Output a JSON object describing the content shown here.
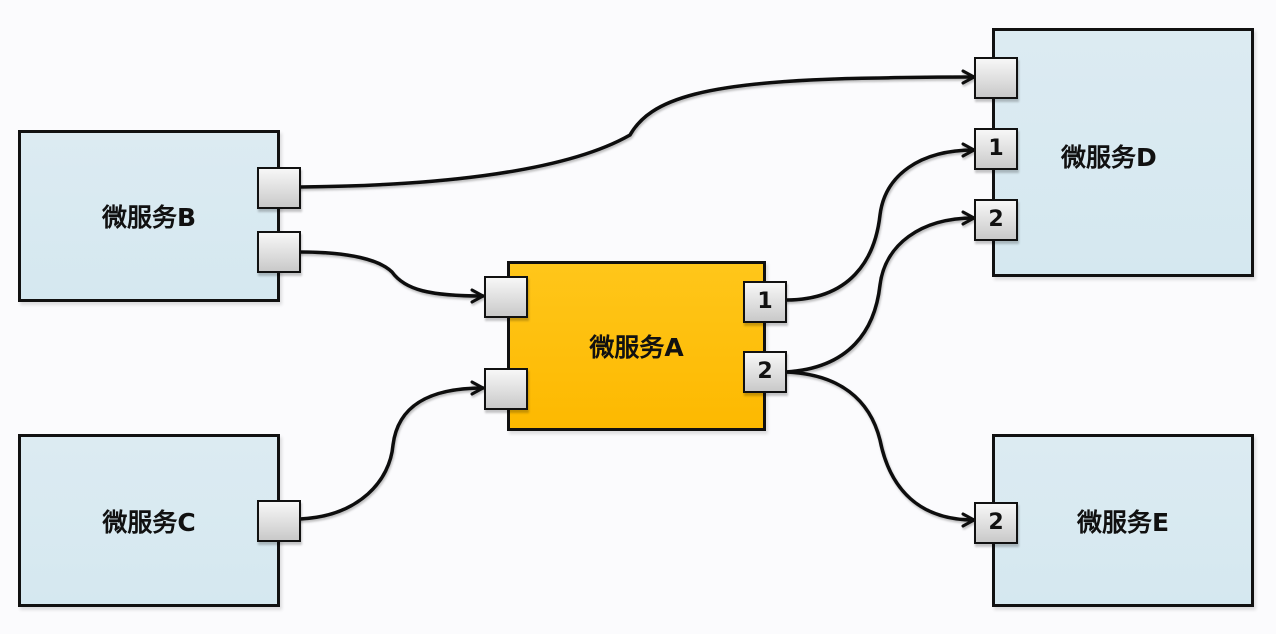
{
  "diagram": {
    "type": "microservice-dependency-diagram",
    "colors": {
      "background": "#fbfbfd",
      "service_fill": "#d8e9f1",
      "core_service_fill": "#fdbf0f",
      "port_fill": "#dcdcdc",
      "stroke": "#111111"
    },
    "services": {
      "A": {
        "label": "微服务A",
        "role": "core"
      },
      "B": {
        "label": "微服务B"
      },
      "C": {
        "label": "微服务C"
      },
      "D": {
        "label": "微服务D"
      },
      "E": {
        "label": "微服务E"
      }
    },
    "ports": {
      "b_out_1": {
        "label": ""
      },
      "b_out_2": {
        "label": ""
      },
      "c_out_1": {
        "label": ""
      },
      "a_in_1": {
        "label": ""
      },
      "a_in_2": {
        "label": ""
      },
      "a_out_1": {
        "label": "1"
      },
      "a_out_2": {
        "label": "2"
      },
      "d_in_0": {
        "label": ""
      },
      "d_in_1": {
        "label": "1"
      },
      "d_in_2": {
        "label": "2"
      },
      "e_in_2": {
        "label": "2"
      }
    },
    "edges": [
      {
        "from": "微服务B",
        "to": "微服务D",
        "to_port": ""
      },
      {
        "from": "微服务B",
        "to": "微服务A",
        "to_port": ""
      },
      {
        "from": "微服务C",
        "to": "微服务A",
        "to_port": ""
      },
      {
        "from": "微服务A",
        "from_port": "1",
        "to": "微服务D",
        "to_port": "1"
      },
      {
        "from": "微服务A",
        "from_port": "2",
        "to": "微服务D",
        "to_port": "2"
      },
      {
        "from": "微服务A",
        "from_port": "2",
        "to": "微服务E",
        "to_port": "2"
      }
    ]
  }
}
